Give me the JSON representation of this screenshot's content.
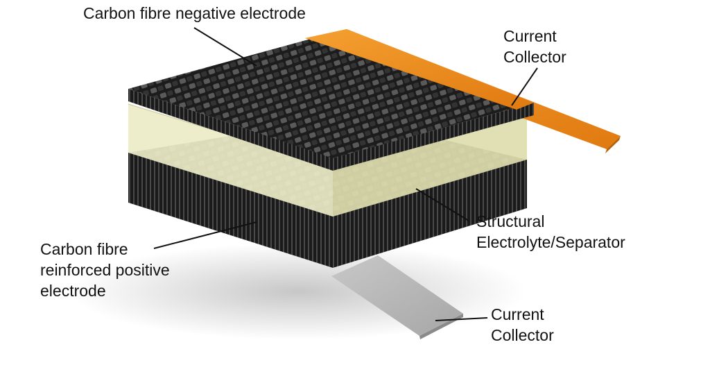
{
  "labels": {
    "negative_electrode": "Carbon fibre negative electrode",
    "current_collector_top": [
      "Current",
      "Collector"
    ],
    "structural_electrolyte": [
      "Structural",
      "Electrolyte/Separator"
    ],
    "positive_electrode": [
      "Carbon fibre",
      "reinforced positive",
      "electrode"
    ],
    "current_collector_bottom": [
      "Current",
      "Collector"
    ]
  },
  "colors": {
    "carbon_dark": "#1c1c1c",
    "carbon_light": "#5a5a5a",
    "electrolyte": "#ecebc8",
    "collector_top": "#f08c1a",
    "collector_bottom": "#b4b4b4",
    "leader_line": "#111111"
  }
}
